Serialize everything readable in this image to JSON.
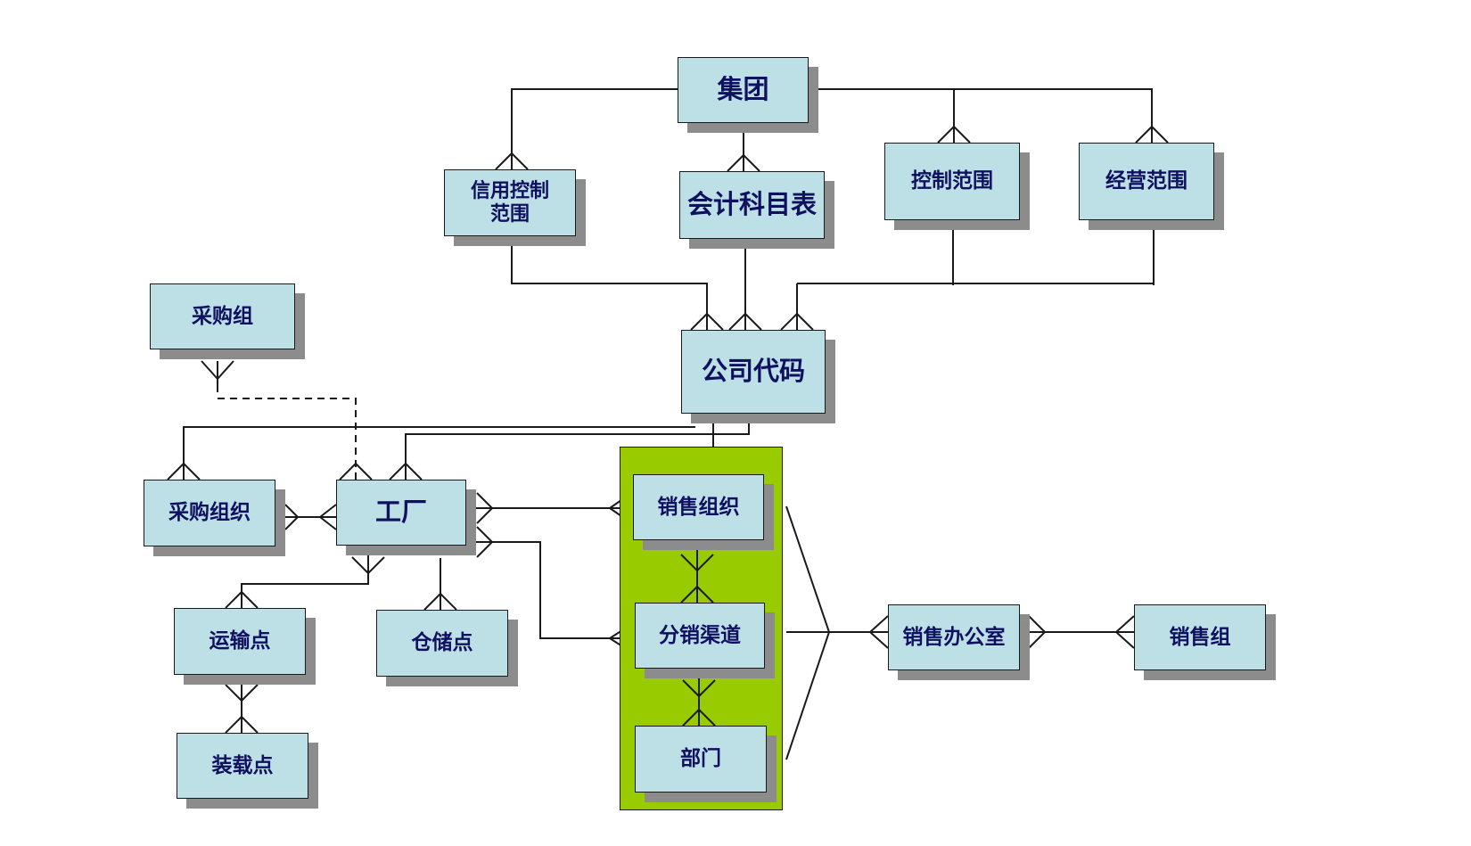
{
  "colors": {
    "box_fill": "#bde0e6",
    "box_text": "#101060",
    "shadow": "#8c8c8c",
    "line": "#1a1a1a",
    "sales_group_area": "#99cc00"
  },
  "nodes": {
    "group": "集团",
    "credit_control_area": "信用控制\n范围",
    "chart_of_accounts": "会计科目表",
    "controlling_area": "控制范围",
    "operating_concern": "经营范围",
    "company_code": "公司代码",
    "purchasing_group": "采购组",
    "purchasing_org": "采购组织",
    "plant": "工厂",
    "sales_org": "销售组织",
    "distribution_channel": "分销渠道",
    "division": "部门",
    "shipping_point": "运输点",
    "storage_location": "仓储点",
    "loading_point": "装载点",
    "sales_office": "销售办公室",
    "sales_group": "销售组"
  }
}
